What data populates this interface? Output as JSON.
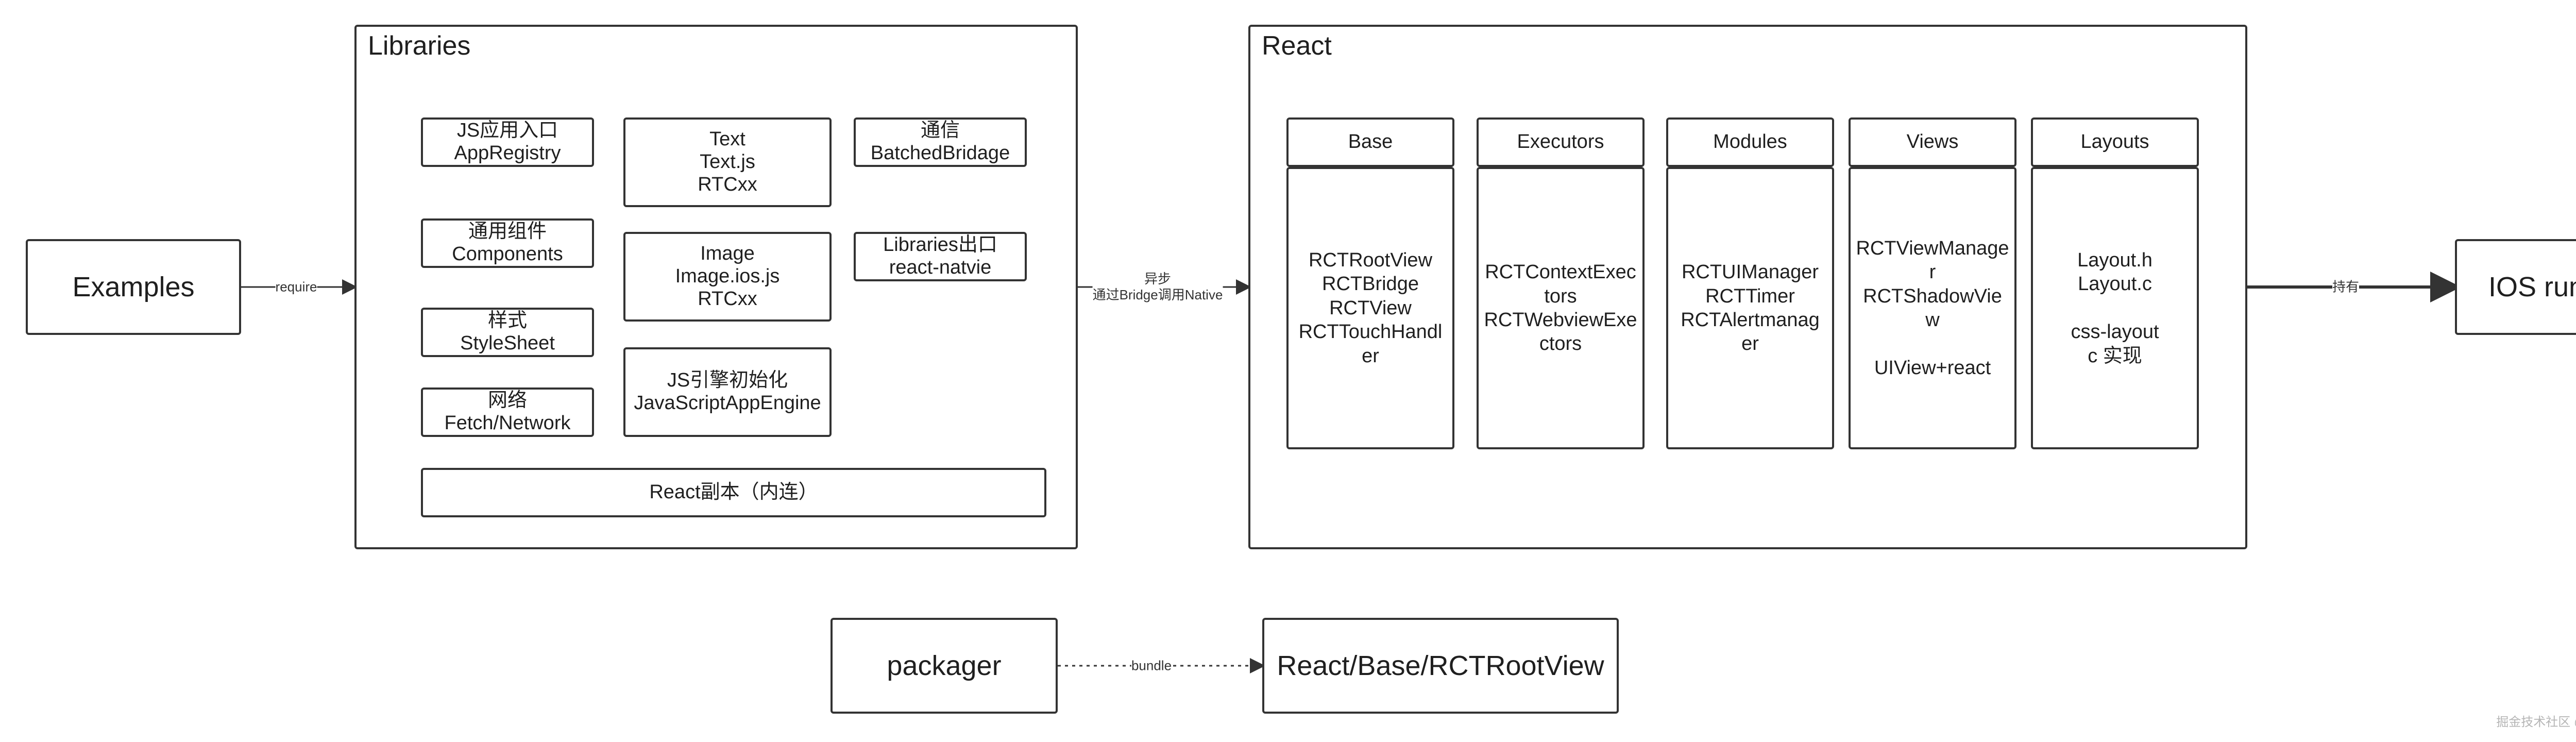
{
  "nodes": {
    "examples": "Examples",
    "ios_runtime": "IOS runtime",
    "packager": "packager",
    "react_base_rctrootview": "React/Base/RCTRootView"
  },
  "libraries": {
    "title": "Libraries",
    "js_entry": "JS应用入口\nAppRegistry",
    "components": "通用组件\nComponents",
    "stylesheet": "样式\nStyleSheet",
    "network": "网络\nFetch/Network",
    "text": "Text\nText.js\nRTCxx",
    "image": "Image\nImage.ios.js\nRTCxx",
    "js_engine": "JS引擎初始化\nJavaScriptAppEngine",
    "batched_bridge": "通信\nBatchedBridage",
    "libraries_export": "Libraries出口\nreact-natvie",
    "react_copy": "React副本（内连）"
  },
  "react": {
    "title": "React",
    "columns": [
      {
        "header": "Base",
        "body": "RCTRootView\nRCTBridge\nRCTView\nRCTTouchHandl\ner"
      },
      {
        "header": "Executors",
        "body": "RCTContextExec\ntors\nRCTWebviewExe\nctors"
      },
      {
        "header": "Modules",
        "body": "RCTUIManager\nRCTTimer\nRCTAlertmanag\ner"
      },
      {
        "header": "Views",
        "body": "RCTViewManage\nr\nRCTShadowVie\nw\n\nUIView+react"
      },
      {
        "header": "Layouts",
        "body": "Layout.h\nLayout.c\n\ncss-layout\nc 实现"
      }
    ]
  },
  "edges": {
    "require": "require",
    "async_bridge": "异步\n通过Bridge调用Native",
    "hold": "持有",
    "bundle": "bundle"
  },
  "watermark": "掘金技术社区 @ 西部荒野子",
  "colors": {
    "stroke": "#333333",
    "text": "#1f1f1f",
    "watermark": "#b5b5b5",
    "background": "#ffffff"
  }
}
